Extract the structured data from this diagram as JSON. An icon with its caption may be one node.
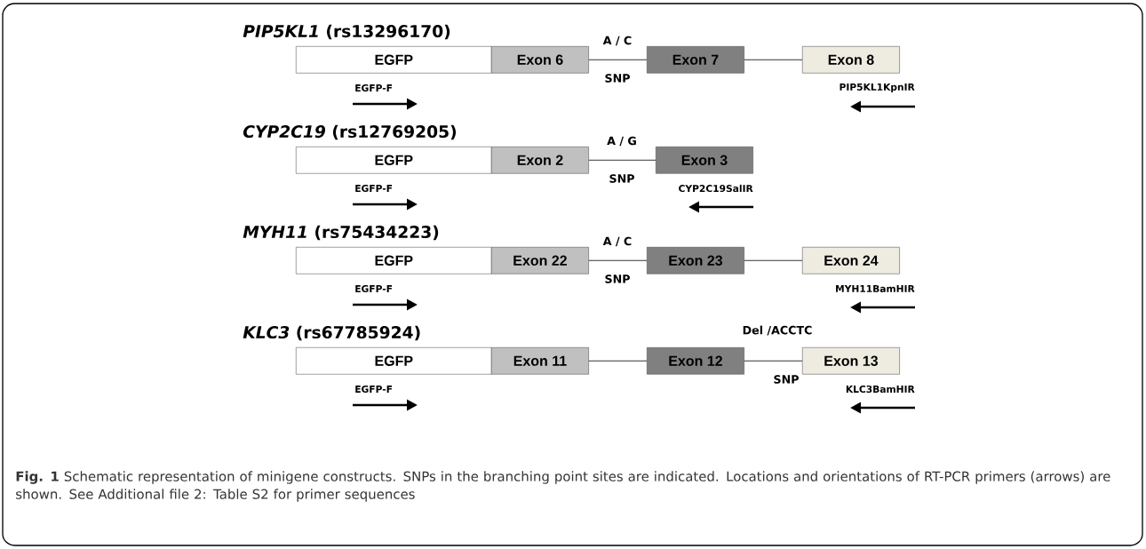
{
  "diagram": {
    "caption": "**Fig. 1** Schematic representation of minigene constructs. SNPs in the branching point sites are indicated. Locations and orientations of RT-PCR primers (arrows) are shown. See Additional file 2: Table S2 for primer sequences",
    "nodes": [
      {
        "text": [
          "EGFP"
        ]
      },
      {
        "text": [
          "Exon 6"
        ]
      },
      {
        "text": [
          "Exon 7"
        ]
      },
      {
        "text": [
          "Exon 8"
        ]
      },
      {
        "text": [
          "EGFP"
        ]
      },
      {
        "text": [
          "Exon 2"
        ]
      },
      {
        "text": [
          "Exon 3"
        ]
      },
      {
        "text": [
          "EGFP"
        ]
      },
      {
        "text": [
          "Exon 22"
        ]
      },
      {
        "text": [
          "Exon 23"
        ]
      },
      {
        "text": [
          "Exon 24"
        ]
      },
      {
        "text": [
          "EGFP"
        ]
      },
      {
        "text": [
          "Exon 11"
        ]
      },
      {
        "text": [
          "Exon 12"
        ]
      },
      {
        "text": [
          "Exon 13"
        ]
      }
    ],
    "edges": [
      {
        "from": 1,
        "to": 2,
        "arrow": "none"
      },
      {
        "from": 2,
        "to": 3,
        "arrow": "none"
      },
      {
        "from": 5,
        "to": 6,
        "arrow": "none"
      },
      {
        "from": 8,
        "to": 9,
        "arrow": "none"
      },
      {
        "from": 9,
        "to": 10,
        "arrow": "none"
      },
      {
        "from": 12,
        "to": 13,
        "arrow": "none"
      },
      {
        "from": 13,
        "to": 14,
        "arrow": "none"
      }
    ],
    "labels": [
      "*PIP5KL1* (rs13296170)",
      "A / C",
      "SNP",
      "EGFP-F",
      "PIP5KL1KpnIR",
      "*CYP2C19* (rs12769205)",
      "A / G",
      "SNP",
      "EGFP-F",
      "CYP2C19SalIR",
      "*MYH11* (rs75434223)",
      "A / C",
      "SNP",
      "EGFP-F",
      "MYH11BamHIR",
      "*KLC3* (rs67785924)",
      "Del /ACCTC",
      "SNP",
      "EGFP-F",
      "KLC3BamHIR"
    ]
  }
}
